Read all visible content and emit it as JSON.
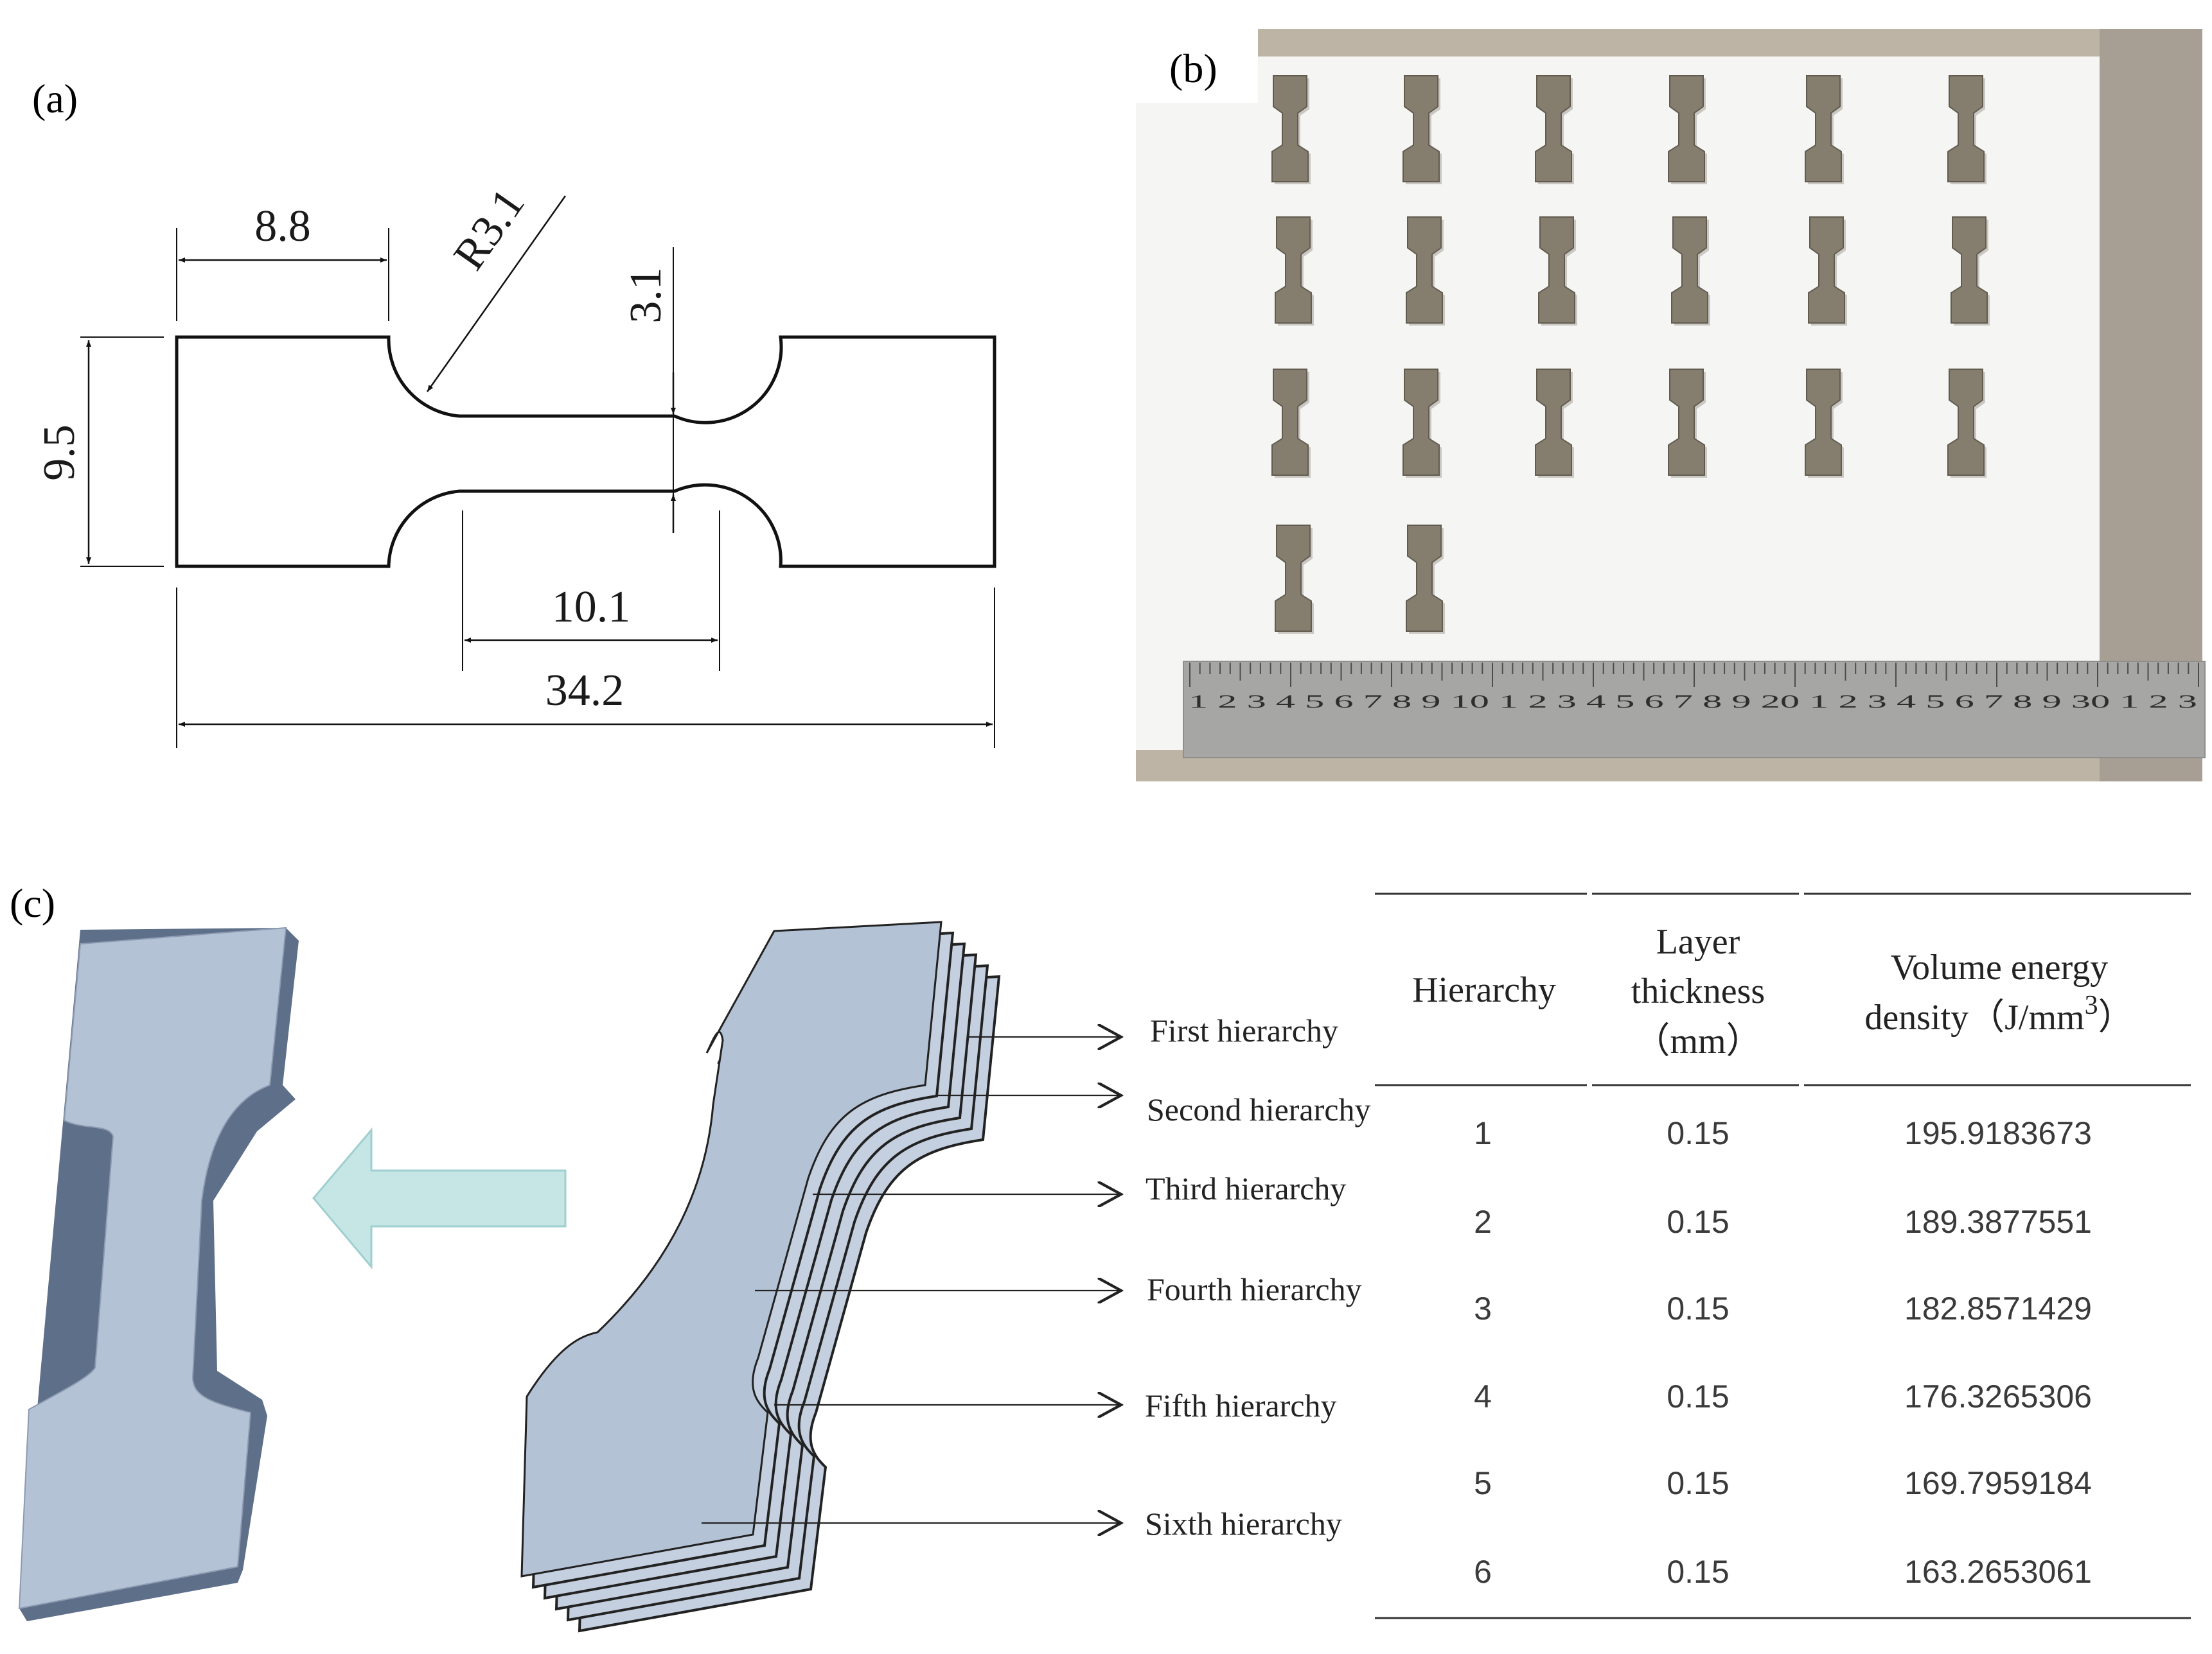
{
  "panel_labels": {
    "a": "(a)",
    "b": "(b)",
    "c": "(c)"
  },
  "dimensions": {
    "grip_length": "8.8",
    "fillet_radius": "R3.1",
    "gauge_width": "3.1",
    "total_width": "9.5",
    "gauge_length": "10.1",
    "total_length": "34.2"
  },
  "photo": {
    "specimen_rows": [
      6,
      6,
      6,
      2
    ],
    "ruler_scale": "1 2 3 4 5 6 7 8 9 10 1 2 3 4 5 6 7 8 9 20 1 2 3 4 5 6 7 8 9 30 1 2 3"
  },
  "hierarchies": [
    "First hierarchy",
    "Second hierarchy",
    "Third hierarchy",
    "Fourth hierarchy",
    "Fifth hierarchy",
    "Sixth hierarchy"
  ],
  "table": {
    "headers": {
      "hierarchy": "Hierarchy",
      "layer_thickness_1": "Layer",
      "layer_thickness_2": "thickness",
      "layer_thickness_3": "（mm）",
      "ved_1": "Volume energy",
      "ved_2": "density（J/mm",
      "ved_sup": "3",
      "ved_3": "）"
    },
    "rows": [
      {
        "hierarchy": "1",
        "thickness": "0.15",
        "ved": "195.9183673"
      },
      {
        "hierarchy": "2",
        "thickness": "0.15",
        "ved": "189.3877551"
      },
      {
        "hierarchy": "3",
        "thickness": "0.15",
        "ved": "182.8571429"
      },
      {
        "hierarchy": "4",
        "thickness": "0.15",
        "ved": "176.3265306"
      },
      {
        "hierarchy": "5",
        "thickness": "0.15",
        "ved": "169.7959184"
      },
      {
        "hierarchy": "6",
        "thickness": "0.15",
        "ved": "163.2653061"
      }
    ]
  },
  "colors": {
    "specimen_face": "#b4c2d6",
    "specimen_side": "#5e6f89",
    "arrow_fill": "#c6e5e5",
    "arrow_stroke": "#9fcfcf",
    "photo_bg": "#bdb4a6",
    "paper": "#f5f5f3",
    "metal": "#857e6e",
    "ruler": "#a6a6a4"
  }
}
